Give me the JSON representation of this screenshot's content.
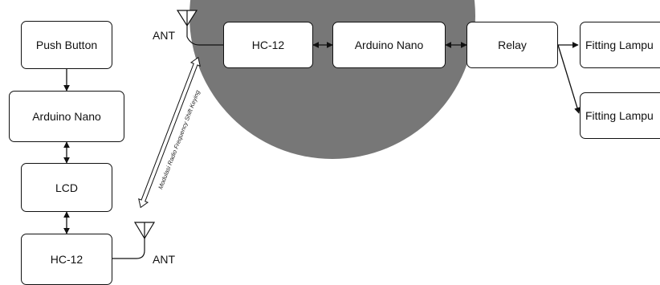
{
  "nodes": {
    "push_button": "Push Button",
    "arduino_left": "Arduino Nano",
    "lcd": "LCD",
    "hc12_bottom": "HC-12",
    "hc12_top": "HC-12",
    "arduino_top": "Arduino Nano",
    "relay": "Relay",
    "lamp_1": "Fitting Lampu",
    "lamp_2": "Fitting Lampu"
  },
  "antenna_labels": {
    "top": "ANT",
    "bottom": "ANT"
  },
  "wireless_link_label": "Modulasi Radio Frequency Shift Keying",
  "colors": {
    "stroke": "#111111",
    "blob": "#6b6b6b",
    "background": "#ffffff"
  }
}
